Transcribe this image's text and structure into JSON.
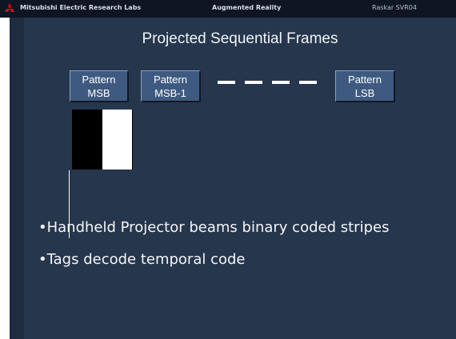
{
  "header": {
    "org": "Mitsubishi Electric Research Labs",
    "topic": "Augmented Reality",
    "author": "Raskar SVR04",
    "logo_color": "#e60012"
  },
  "slide": {
    "title": "Projected Sequential Frames",
    "patterns": [
      {
        "line1": "Pattern",
        "line2": "MSB"
      },
      {
        "line1": "Pattern",
        "line2": "MSB-1"
      },
      {
        "line1": "Pattern",
        "line2": "LSB"
      }
    ],
    "bullets": [
      "•Handheld Projector beams binary coded stripes",
      "•Tags decode temporal code"
    ]
  },
  "colors": {
    "slide_background": "#26364d",
    "button_fill": "#3f5a80",
    "text": "#ffffff"
  }
}
